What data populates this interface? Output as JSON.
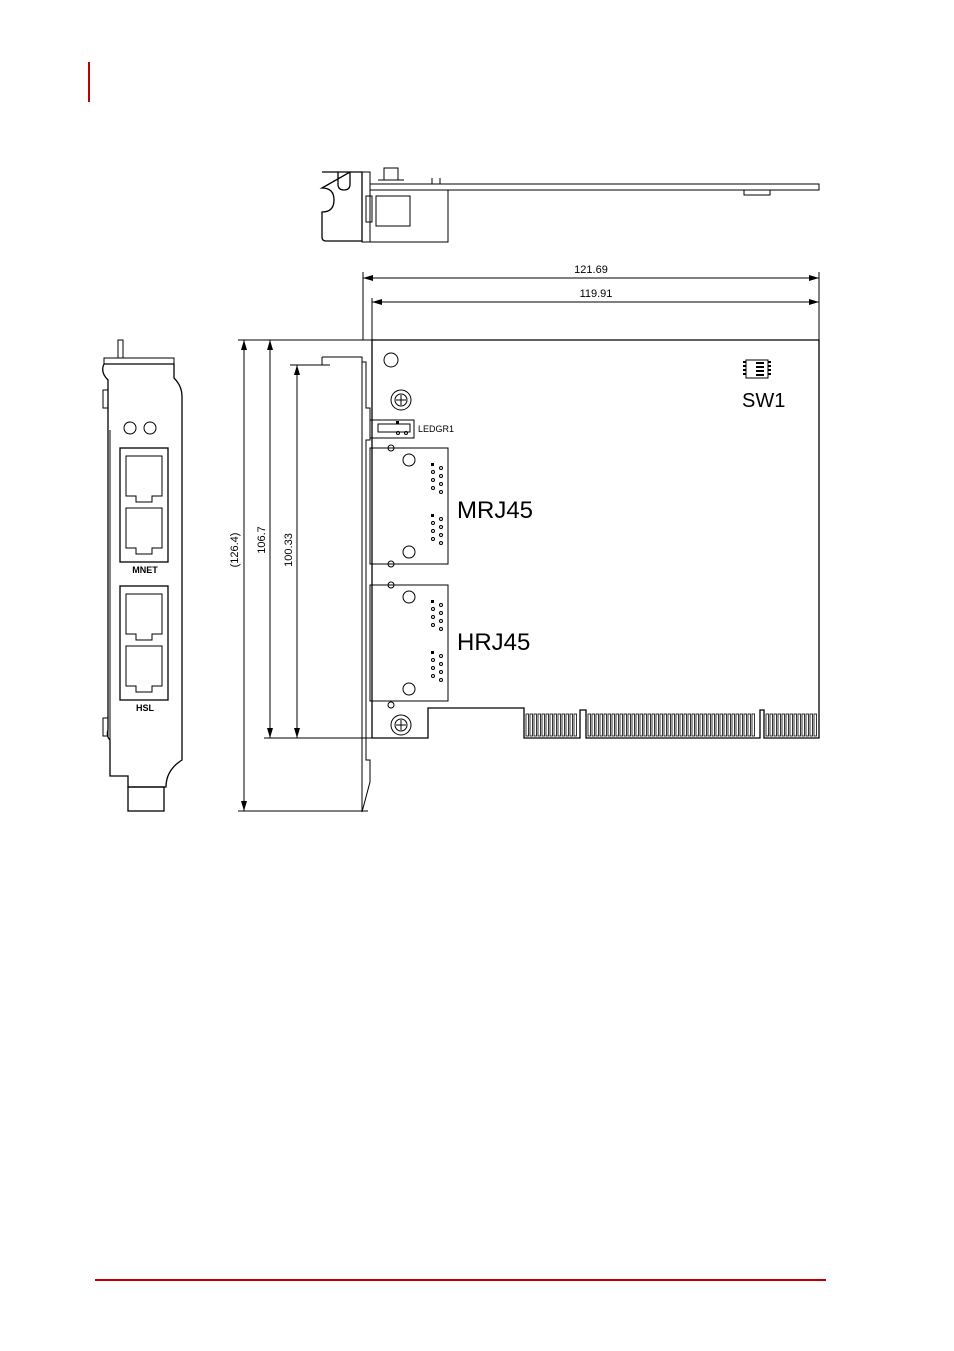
{
  "colors": {
    "accent": "#c00000",
    "line": "#000000"
  },
  "dimensions": {
    "length_total": "121.69",
    "length_board": "119.91",
    "height_total": "(126.4)",
    "height_bracket": "106.7",
    "height_board": "100.33"
  },
  "labels": {
    "sw1": "SW1",
    "ledgr1": "LEDGR1",
    "mrj45": "MRJ45",
    "hrj45": "HRJ45",
    "bracket_mnet": "MNET",
    "bracket_hsl": "HSL"
  }
}
